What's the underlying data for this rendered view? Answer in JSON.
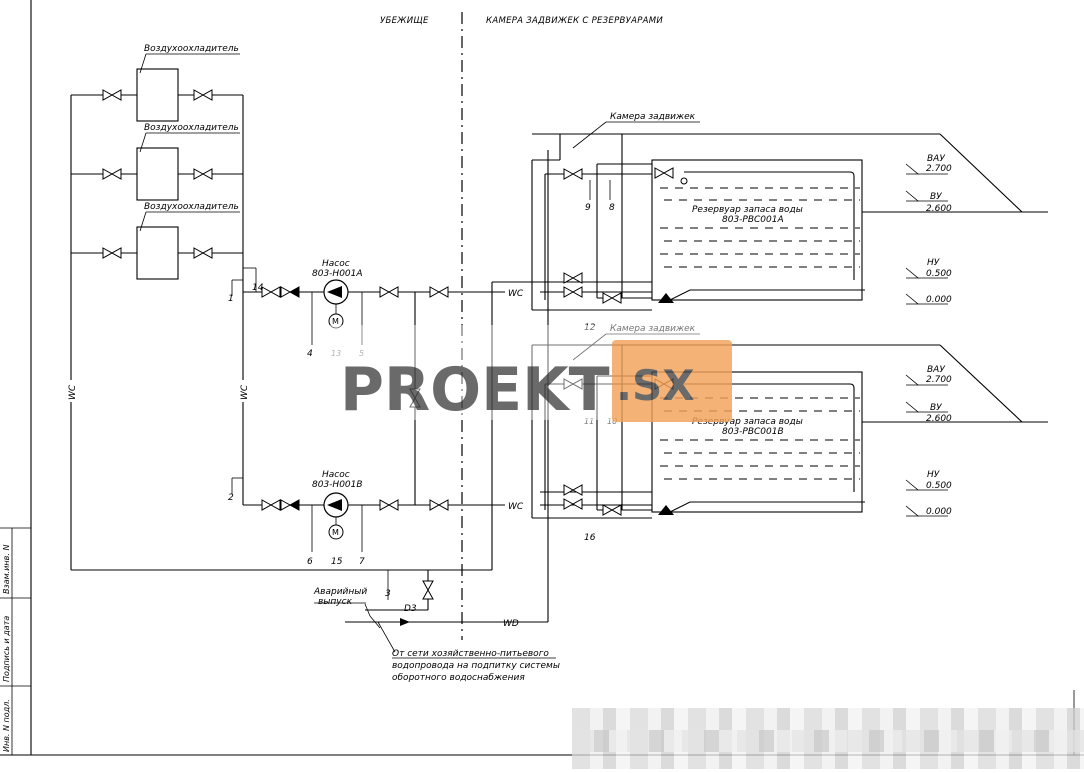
{
  "headers": {
    "left": "УБЕЖИЩЕ",
    "right": "КАМЕРА ЗАДВИЖЕК С РЕЗЕРВУАРАМИ"
  },
  "coolers": [
    "Воздухоохладитель",
    "Воздухоохладитель",
    "Воздухоохладитель"
  ],
  "pumps": [
    {
      "title": "Насос",
      "code": "803-Н001А"
    },
    {
      "title": "Насос",
      "code": "803-Н001В"
    }
  ],
  "valve_chambers": [
    "Камера задвижек",
    "Камера задвижек"
  ],
  "tanks": [
    {
      "title": "Резервуар запаса воды",
      "code": "803-РВС001А"
    },
    {
      "title": "Резервуар запаса воды",
      "code": "803-РВС001В"
    }
  ],
  "levels": [
    {
      "name": "ВАУ",
      "value": "2.700"
    },
    {
      "name": "ВУ",
      "value": "2.600"
    },
    {
      "name": "НУ",
      "value": "0.500"
    },
    {
      "name": "",
      "value": "0.000"
    }
  ],
  "pipe_labels": {
    "wc": "WC",
    "wd": "WD",
    "d3": "D3"
  },
  "numbers": [
    "1",
    "2",
    "3",
    "4",
    "5",
    "6",
    "7",
    "8",
    "9",
    "10",
    "11",
    "12",
    "13",
    "14",
    "15",
    "16"
  ],
  "emergency_outlet": [
    "Аварийный",
    "выпуск"
  ],
  "supply_note": [
    "От сети хозяйственно-питьевого",
    "водопровода на подпитку системы",
    "оборотного водоснабжения"
  ],
  "side_stamp": [
    "Инв. N подл.",
    "Подпись и дата",
    "Взам.инв. N"
  ],
  "watermark": {
    "main": "PROEKT",
    "dot": ".SX",
    "accent": "#f4a259"
  }
}
